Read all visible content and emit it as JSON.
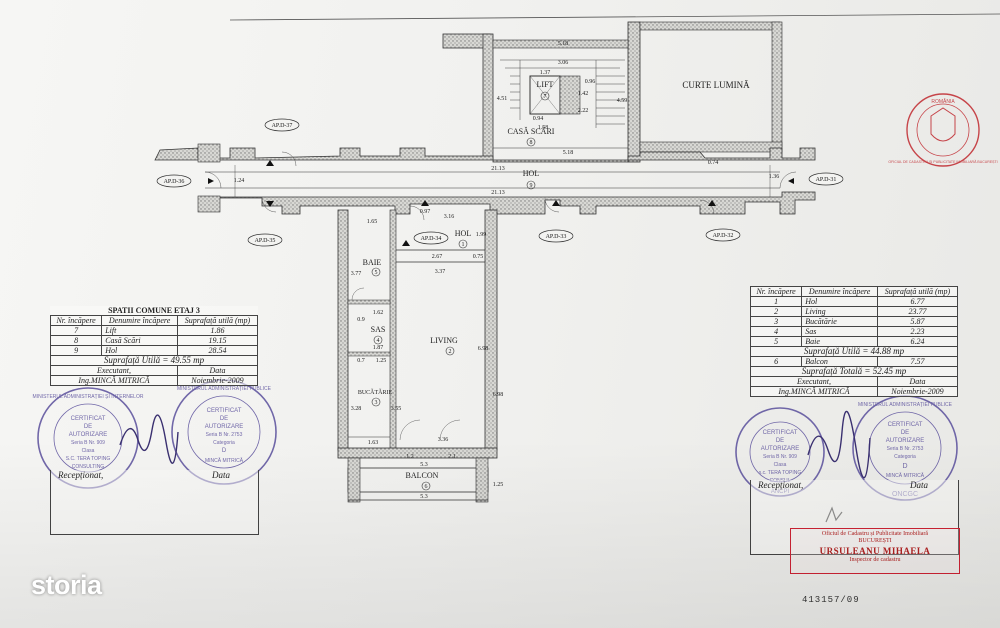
{
  "plan": {
    "rooms": {
      "curte_lumina": "CURTE LUMINĂ",
      "lift": "LIFT",
      "lift_no": "7",
      "casa_scari": "CASĂ SCĂRI",
      "casa_scari_no": "8",
      "hol_comun": "HOL",
      "hol_comun_no": "9",
      "hol": "HOL",
      "hol_no": "1",
      "baie": "BAIE",
      "baie_no": "5",
      "sas": "SAS",
      "sas_no": "4",
      "living": "LIVING",
      "living_no": "2",
      "bucatarie": "BUCĂTĂRIE",
      "bucatarie_no": "3",
      "balcon": "BALCON",
      "balcon_no": "6"
    },
    "apartments": [
      "AP.D-37",
      "AP.D-36",
      "AP.D-35",
      "AP.D-34",
      "AP.D-33",
      "AP.D-32",
      "AP.D-31"
    ],
    "dimensions": {
      "stair_width": "5.18",
      "stair_inner": "3.06",
      "lift_w": "1.37",
      "lift_d": "1.42",
      "lift_wall": "0.94",
      "stair_flight": "1.58",
      "stair_land": "0.96",
      "stair_side": "2.22",
      "stair_h": "4.51",
      "stair_h2": "4.59",
      "corridor_top": "5.18",
      "corridor_len": "21.13",
      "corridor_len2": "21.13",
      "corridor_w": "1.24",
      "corridor_w2": "1.36",
      "court_step": "0.74",
      "baie_w": "1.65",
      "hol_w": "3.16",
      "hol_door": "0.97",
      "hol_d": "1.99",
      "hol_x": "2.67",
      "hol_y": "0.75",
      "living_w": "3.37",
      "living_d": "6.98",
      "baie_d": "3.77",
      "sas_w": "1.62",
      "sas_w2": "1.87",
      "sas_d": "1.25",
      "sas_x": "0.9",
      "sas_x2": "0.7",
      "buc_d": "3.28",
      "buc_w": "1.63",
      "buc_d2": "3.55",
      "living_bottom": "3.36",
      "balcony_w": "5.3",
      "balcony_w2": "5.3",
      "balcony_d": "1.25",
      "balcony_x": "1.2",
      "balcony_x2": "2.1",
      "living_x": "6.98"
    }
  },
  "left_table": {
    "title": "SPATII COMUNE ETAJ 3",
    "headers": [
      "Nr. încăpere",
      "Denumire încăpere",
      "Suprafață utilă (mp)"
    ],
    "rows": [
      [
        "7",
        "Lift",
        "1.86"
      ],
      [
        "8",
        "Casă Scări",
        "19.15"
      ],
      [
        "9",
        "Hol",
        "28.54"
      ]
    ],
    "total": "Suprafață Utilă = 49.55 mp",
    "exec_label": "Executant,",
    "exec_date_label": "Data",
    "exec_name": "Ing.MINCĂ MITRICĂ",
    "exec_date": "Noiembrie-2009",
    "receptionat": "Recepționat,",
    "data_label": "Data"
  },
  "right_table": {
    "headers": [
      "Nr. încăpere",
      "Denumire încăpere",
      "Suprafață utilă (mp)"
    ],
    "rows": [
      [
        "1",
        "Hol",
        "6.77"
      ],
      [
        "2",
        "Living",
        "23.77"
      ],
      [
        "3",
        "Bucătărie",
        "5.87"
      ],
      [
        "4",
        "Sas",
        "2.23"
      ],
      [
        "5",
        "Baie",
        "6.24"
      ]
    ],
    "total_util": "Suprafață Utilă = 44.88 mp",
    "balcony_row": [
      "6",
      "Balcon",
      "7.57"
    ],
    "total": "Suprafață Totală = 52.45 mp",
    "exec_label": "Executant,",
    "exec_date_label": "Data",
    "exec_name": "Ing.MINCĂ MITRICĂ",
    "exec_date": "Noiembrie-2009",
    "receptionat": "Recepționat,",
    "data_label": "Data"
  },
  "stamp_left": {
    "ring": "MINISTERUL ADMINISTRAȚIEI ȘI INTERNELOR",
    "line1": "CERTIFICAT",
    "line2": "DE",
    "line3": "AUTORIZARE",
    "line4": "Seria B Nr. 909",
    "line5": "Clasa",
    "line6": "S.C. TERA TOPING",
    "line7": "CONSULTING"
  },
  "stamp_left2": {
    "ring": "MINISTERUL ADMINISTRAȚIEI PUBLICE",
    "line1": "CERTIFICAT",
    "line2": "DE",
    "line3": "AUTORIZARE",
    "line4": "Seria B Nr. 2753",
    "line5": "Categoria",
    "line6": "D",
    "line7": "MINCĂ MITRICĂ"
  },
  "stamp_right": {
    "ring": "ANCPI",
    "line1": "CERTIFICAT",
    "line2": "DE",
    "line3": "AUTORIZARE",
    "line4": "Seria B Nr. 909",
    "line5": "Clasa",
    "line6": "s.c. TERA TOPING",
    "line7": "CONSUL"
  },
  "stamp_right2": {
    "ring": "MINISTERUL ADMINISTRAȚIEI PUBLICE",
    "bottom": "ONCGC",
    "line1": "CERTIFICAT",
    "line2": "DE",
    "line3": "AUTORIZARE",
    "line4": "Seria B Nr. 2753",
    "line5": "Categoria",
    "line6": "D",
    "line7": "MINCĂ MITRICĂ"
  },
  "stamp_red": {
    "top": "ROMÂNIA",
    "ring": "OFICIUL DE CADASTRU ȘI PUBLICITATE IMOBILIARĂ BUCUREȘTI"
  },
  "ocpi": {
    "office": "Oficiul de Cadastru și Publicitate Imobiliară",
    "city": "BUCUREȘTI",
    "name": "URSULEANU MIHAELA",
    "role": "Inspector de cadastru"
  },
  "doc_number": "413157/09",
  "watermark": "storia",
  "colors": {
    "ink": "#222222",
    "stamp_blue": "#5a4f9c",
    "stamp_red": "#c0282e",
    "paper": "#f3f3f1"
  }
}
